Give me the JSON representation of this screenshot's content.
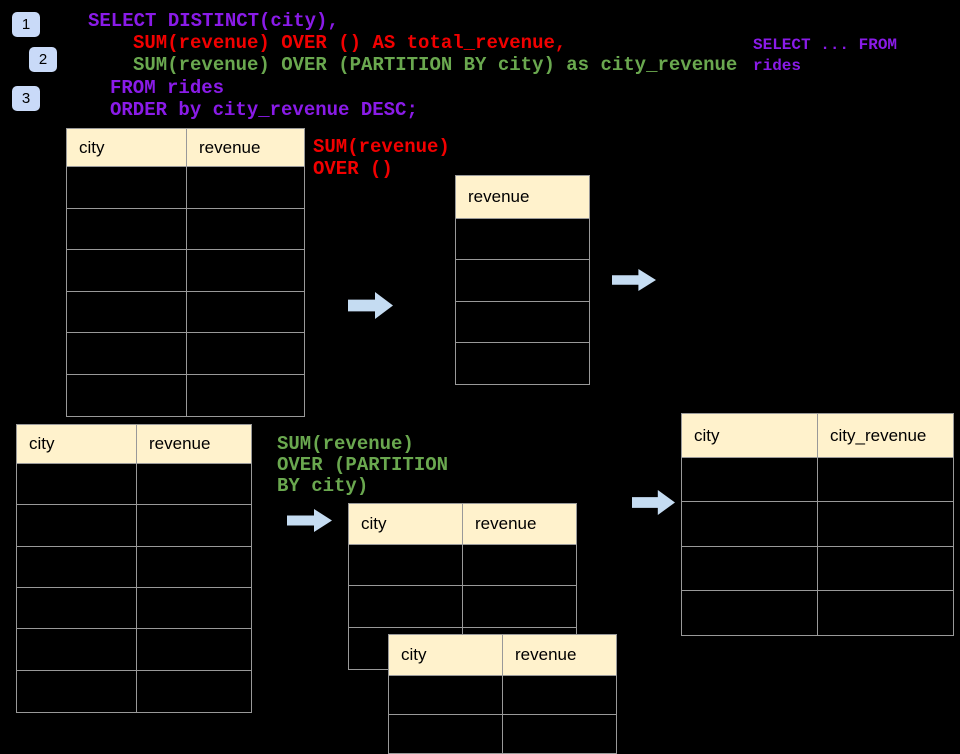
{
  "colors": {
    "background": "#000000",
    "sql_purple": "#8A1BE8",
    "sql_red": "#F20000",
    "sql_green": "#6AA84F",
    "table_header_cream": "#FFF2CC",
    "table_border_gray": "#999999",
    "arrow_badge_blue": "#C5DCF2",
    "badge_blue": "#C9DAF8"
  },
  "icons": {
    "flow_arrow": "right-block-arrow"
  },
  "badges": [
    {
      "label": "1"
    },
    {
      "label": "2"
    },
    {
      "label": "3"
    }
  ],
  "sql": {
    "line1": "SELECT DISTINCT(city),",
    "line2": "SUM(revenue) OVER () AS total_revenue,",
    "line3": "SUM(revenue) OVER (PARTITION BY city) as city_revenue",
    "line4": "FROM rides",
    "line5": "ORDER by city_revenue DESC;"
  },
  "side_note": {
    "line1": "SELECT ... FROM",
    "line2": "rides"
  },
  "labels": {
    "total_revenue_note": {
      "line1": "SUM(revenue)",
      "line2": "OVER ()"
    },
    "partition_note": {
      "line1": "SUM(revenue)",
      "line2": "OVER (PARTITION",
      "line3": "BY city)"
    }
  },
  "tables": {
    "source_top": {
      "headers": [
        "city",
        "revenue"
      ],
      "body_rows": 6
    },
    "revenue_only": {
      "headers": [
        "revenue"
      ],
      "body_rows": 4
    },
    "source_bottom": {
      "headers": [
        "city",
        "revenue"
      ],
      "body_rows": 6
    },
    "partition_mid": {
      "headers": [
        "city",
        "revenue"
      ],
      "body_rows": 3
    },
    "partition_overlap": {
      "headers": [
        "city",
        "revenue"
      ],
      "body_rows": 2
    },
    "result_right": {
      "headers": [
        "city",
        "city_revenue"
      ],
      "body_rows": 4
    }
  }
}
